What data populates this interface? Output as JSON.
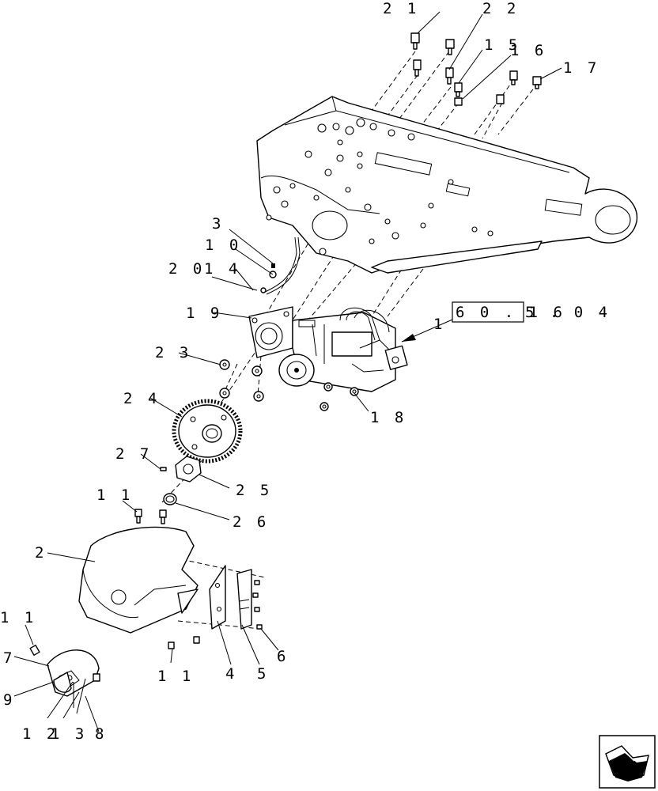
{
  "callouts": {
    "c21": "2 1",
    "c22": "2 2",
    "c15": "1 5",
    "c16": "1 6",
    "c17": "1 7",
    "c3": "3",
    "c10": "1 0",
    "c20": "2 0",
    "c14": "1 4",
    "c19": "1 9",
    "c1": "1",
    "c23": "2 3",
    "c18": "1 8",
    "c24": "2 4",
    "c27": "2 7",
    "c25": "2 5",
    "c11a": "1 1",
    "c26": "2 6",
    "c2": "2",
    "c11b": "1 1",
    "c7": "7",
    "c9": "9",
    "c11c": "1 1",
    "c4": "4",
    "c5": "5",
    "c6": "6",
    "c12": "1 2",
    "c13": "1 3",
    "c8": "8"
  },
  "reference": {
    "boxed": "6 0 . 1 6",
    "rest": "5 . 0 4"
  },
  "icons": {
    "nav": "next-page-arrow-icon"
  }
}
